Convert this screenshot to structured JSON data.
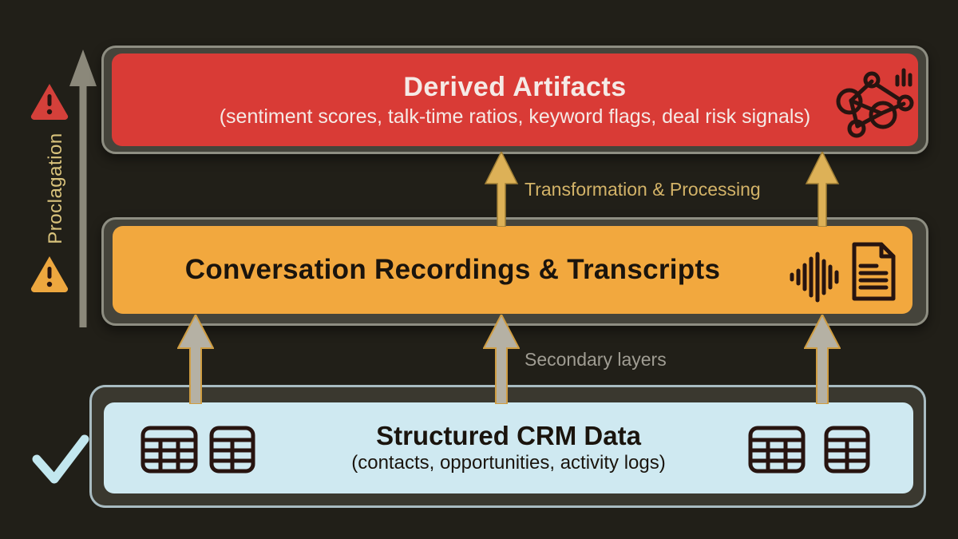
{
  "diagram_title": "CRM data layering / propagation diagram",
  "layers": {
    "derived": {
      "title": "Derived Artifacts",
      "subtitle": "(sentiment scores, talk-time ratios, keyword flags, deal risk signals)",
      "fill": "#d93b36",
      "icon": "network-graph-with-bars"
    },
    "conversation": {
      "title": "Conversation Recordings & Transcripts",
      "fill": "#f2a83e",
      "icons": [
        "audio-waveform",
        "document"
      ]
    },
    "crm": {
      "title": "Structured CRM Data",
      "subtitle": "(contacts, opportunities, activity logs)",
      "fill": "#cfe9f1",
      "icons": [
        "table",
        "table",
        "table",
        "table"
      ]
    }
  },
  "flow_labels": {
    "transformation": "Transformation & Processing",
    "secondary": "Secondary layers"
  },
  "propagation_axis": {
    "label": "Proclagation",
    "warning_top": "red-warning-triangle",
    "warning_bottom": "orange-warning-triangle",
    "status_bottom": "checkmark"
  },
  "colors": {
    "bg": "#211f18",
    "card-frame": "#45443b",
    "frame-border": "#8e8e82",
    "red": "#d93b36",
    "red-text": "#f5eae6",
    "orange": "#f2a83e",
    "dark-text": "#1a140d",
    "blue": "#cfe9f1",
    "blue-frame-fill": "#3a382f",
    "blue-frame-border": "#a9bcc2",
    "gold-label": "#d3b368",
    "gray-label": "#a09d93",
    "prop-label": "#d9c37c",
    "gold-arrow": "#ddb157",
    "gold-arrow-edge": "#a07f35",
    "gray-arrow": "#b5b1a4",
    "gray-arrow-edge": "#cf9d42",
    "left-arrow": "#8b887a",
    "check": "#c2e7ef",
    "warn-red": "#d4403a",
    "warn-orange": "#eda73f",
    "icon-dark": "#271410"
  }
}
